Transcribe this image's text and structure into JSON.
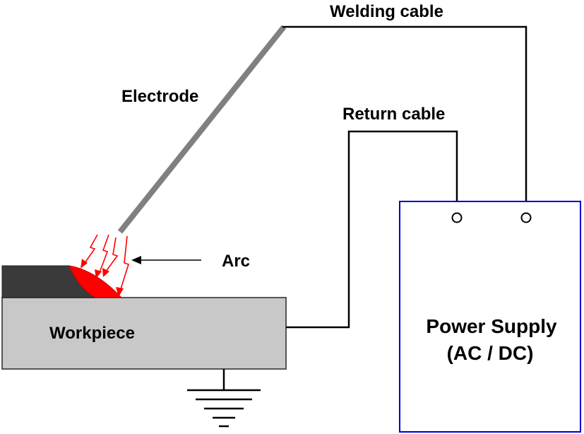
{
  "labels": {
    "welding_cable": "Welding cable",
    "electrode": "Electrode",
    "return_cable": "Return cable",
    "arc": "Arc",
    "workpiece": "Workpiece",
    "power_supply_line1": "Power Supply",
    "power_supply_line2": "(AC / DC)"
  },
  "colors": {
    "electrode": "#808080",
    "workpiece": "#c8c8c8",
    "weld_bead": "#3a3a3a",
    "arc": "#ff0000",
    "power_supply_border": "#0000cc",
    "wire": "#000000"
  }
}
